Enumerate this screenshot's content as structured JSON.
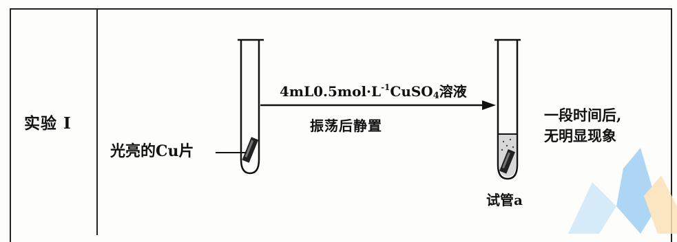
{
  "row": {
    "label": "实验 I"
  },
  "left_tube": {
    "label": "光亮的Cu片"
  },
  "arrow": {
    "reagent_prefix": "4mL0.5mol·L",
    "reagent_sup": "-1",
    "reagent_mid": "CuSO",
    "reagent_sub": "4",
    "reagent_suffix": "溶液",
    "procedure": "振荡后静置"
  },
  "right_tube": {
    "label": "试管a"
  },
  "result": {
    "line1": "一段时间后,",
    "line2": "无明显现象"
  },
  "colors": {
    "ink": "#111111",
    "watermark_blue": "#4aa8e8",
    "watermark_orange": "#f5b74a"
  }
}
